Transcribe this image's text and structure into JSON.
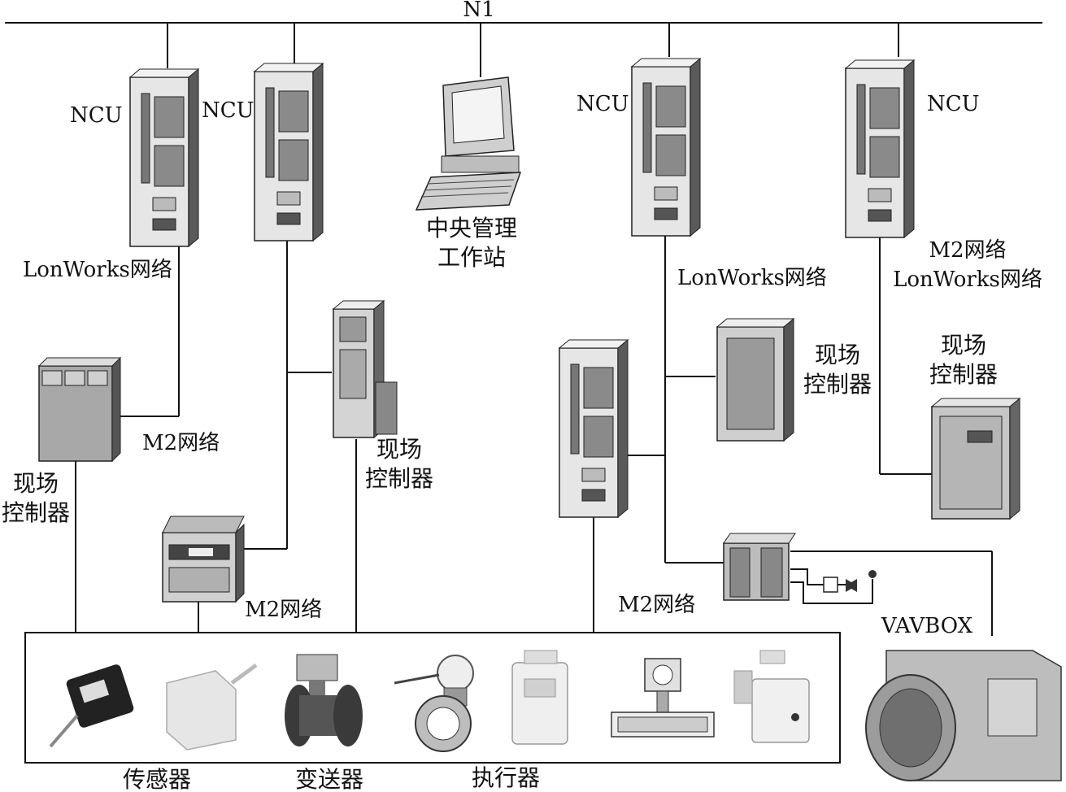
{
  "bus_label": "N1",
  "ncu_label": "NCU",
  "workstation_label": [
    "中央管理",
    "工作站"
  ],
  "lonworks_label": "LonWorks网络",
  "m2_label": "M2网络",
  "m2_lonworks_label": [
    "M2网络",
    "LonWorks网络"
  ],
  "field_controller_label": [
    "现场",
    "控制器"
  ],
  "vavbox_label": "VAVBOX",
  "bottom_labels": {
    "sensor": "传感器",
    "transmitter": "变送器",
    "actuator": "执行器"
  },
  "colors": {
    "line": "#111111",
    "cabinet_light": "#d9d9d9",
    "cabinet_mid": "#9a9a9a",
    "cabinet_dark": "#4a4a4a"
  }
}
